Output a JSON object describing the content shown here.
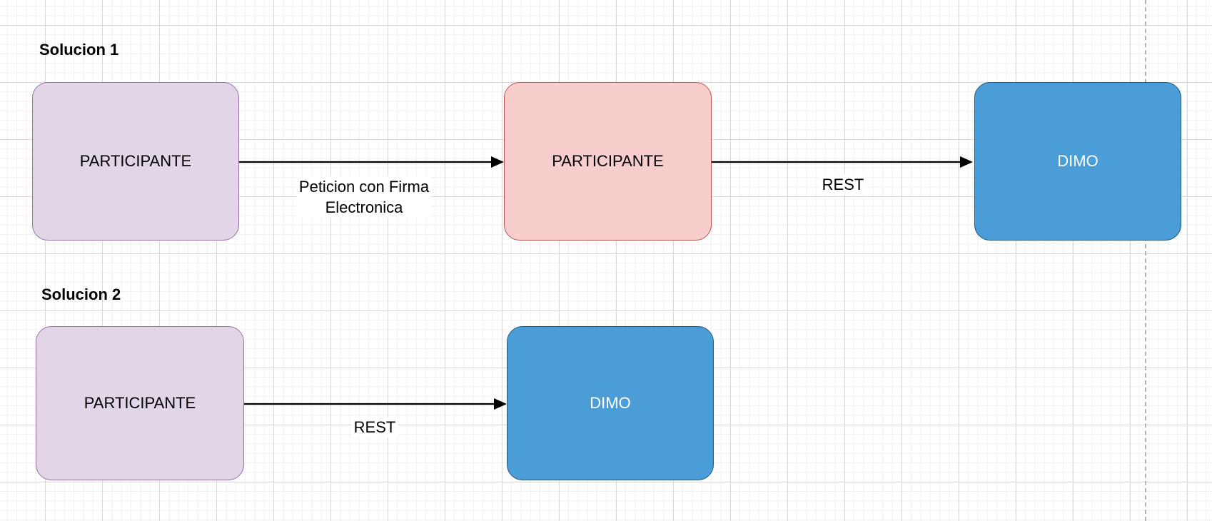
{
  "diagram": {
    "solucion1": {
      "title": "Solucion 1",
      "node_participante_a": "PARTICIPANTE",
      "node_participante_b": "PARTICIPANTE",
      "node_dimo": "DIMO",
      "edge_firma_label_line1": "Peticion con Firma",
      "edge_firma_label_line2": "Electronica",
      "edge_rest_label": "REST"
    },
    "solucion2": {
      "title": "Solucion 2",
      "node_participante": "PARTICIPANTE",
      "node_dimo": "DIMO",
      "edge_rest_label": "REST"
    }
  },
  "colors": {
    "canvas_background": "#ffffff",
    "grid_minor": "#f0f0f0",
    "grid_major": "#d9d9d9",
    "page_boundary_dash": "#b3b3b3",
    "node_purple_fill": "#e1d5e7",
    "node_purple_stroke": "#9673a6",
    "node_red_fill": "#f8cecc",
    "node_red_stroke": "#b85450",
    "node_blue_fill": "#4a9dd6",
    "node_blue_stroke": "#23567f",
    "node_blue_text": "#ffffff",
    "connector": "#000000",
    "text": "#000000"
  }
}
